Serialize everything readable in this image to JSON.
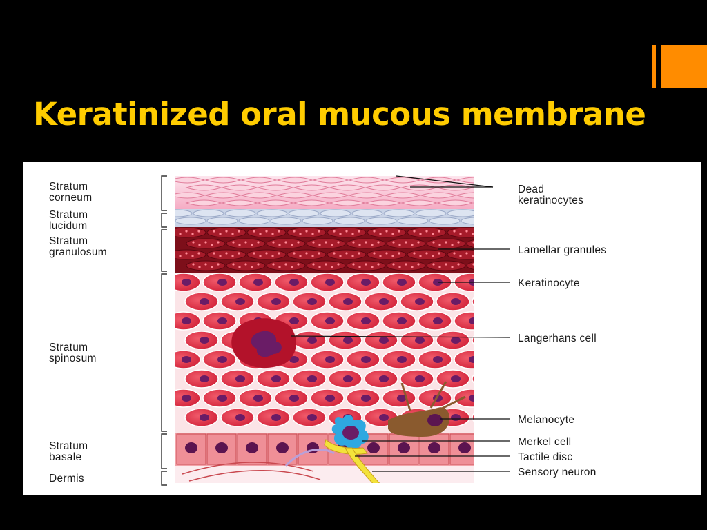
{
  "slide": {
    "title": "Keratinized oral mucous membrane",
    "colors": {
      "background": "#000000",
      "title": "#ffcc00",
      "accent": "#ff8c00"
    }
  },
  "diagram": {
    "layers": [
      {
        "line1": "Stratum",
        "line2": "corneum"
      },
      {
        "line1": "Stratum",
        "line2": "lucidum"
      },
      {
        "line1": "Stratum",
        "line2": "granulosum"
      },
      {
        "line1": "Stratum",
        "line2": "spinosum"
      },
      {
        "line1": "Stratum",
        "line2": "basale"
      },
      {
        "line1": "Dermis",
        "line2": ""
      }
    ],
    "callouts": [
      {
        "line1": "Dead",
        "line2": "keratinocytes"
      },
      {
        "line1": "Lamellar granules",
        "line2": ""
      },
      {
        "line1": "Keratinocyte",
        "line2": ""
      },
      {
        "line1": "Langerhans cell",
        "line2": ""
      },
      {
        "line1": "Melanocyte",
        "line2": ""
      },
      {
        "line1": "Merkel cell",
        "line2": ""
      },
      {
        "line1": "Tactile disc",
        "line2": ""
      },
      {
        "line1": "Sensory neuron",
        "line2": ""
      }
    ]
  }
}
